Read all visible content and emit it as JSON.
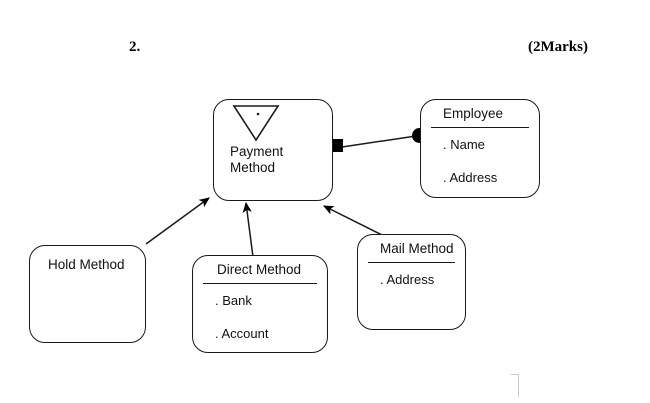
{
  "header": {
    "question_number": "2.",
    "marks": "(2Marks)"
  },
  "diagram": {
    "type": "uml-class-diagram",
    "nodes": [
      {
        "id": "payment",
        "title": "Payment\nMethod",
        "attributes": [],
        "has_divider": false,
        "decoration": "inverted-triangle"
      },
      {
        "id": "employee",
        "title": "Employee",
        "attributes": [
          ". Name",
          ". Address"
        ],
        "has_divider": true,
        "decoration": "none"
      },
      {
        "id": "hold",
        "title": "Hold Method",
        "attributes": [],
        "has_divider": false,
        "decoration": "none"
      },
      {
        "id": "direct",
        "title": "Direct Method",
        "attributes": [
          ". Bank",
          ". Account"
        ],
        "has_divider": true,
        "decoration": "none"
      },
      {
        "id": "mail",
        "title": "Mail Method",
        "attributes": [
          ". Address"
        ],
        "has_divider": true,
        "decoration": "none"
      }
    ],
    "connections": [
      {
        "from": "hold",
        "to": "payment",
        "style": "generalization-arrow"
      },
      {
        "from": "direct",
        "to": "payment",
        "style": "generalization-arrow"
      },
      {
        "from": "mail",
        "to": "payment",
        "style": "generalization-arrow"
      },
      {
        "from": "payment",
        "to": "employee",
        "style": "association-square-ball"
      }
    ],
    "colors": {
      "stroke": "#1a1a1a",
      "fill": "#ffffff",
      "text": "#111111",
      "marker": "#000000",
      "artifact": "#c9c9c9"
    }
  }
}
